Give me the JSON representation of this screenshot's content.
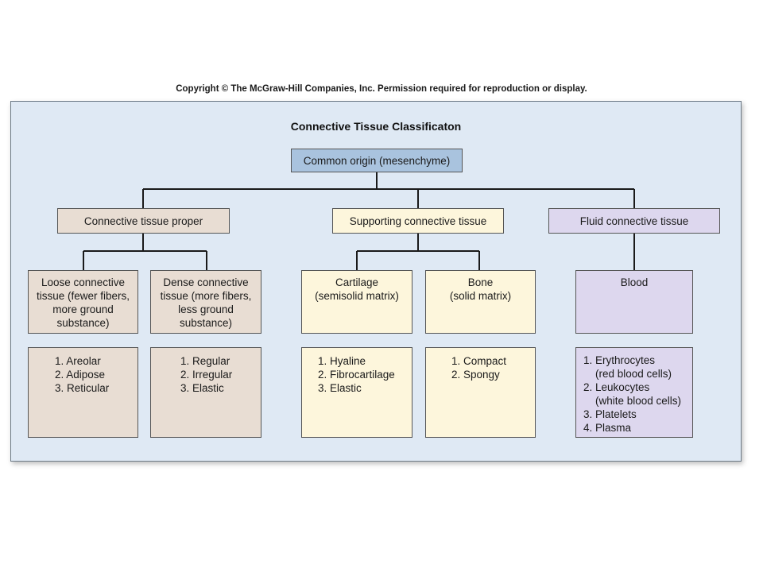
{
  "copyright": "Copyright © The McGraw-Hill Companies, Inc. Permission required for reproduction or display.",
  "title": "Connective Tissue Classificaton",
  "root": "Common origin (mesenchyme)",
  "categories": {
    "proper": "Connective tissue proper",
    "supporting": "Supporting connective tissue",
    "fluid": "Fluid connective tissue"
  },
  "subtypes": {
    "loose": [
      "Loose connective",
      "tissue (fewer fibers,",
      "more ground",
      "substance)"
    ],
    "dense": [
      "Dense connective",
      "tissue (more fibers,",
      "less ground",
      "substance)"
    ],
    "cartilage": [
      "Cartilage",
      "(semisolid matrix)"
    ],
    "bone": [
      "Bone",
      "(solid matrix)"
    ],
    "blood": [
      "Blood"
    ]
  },
  "lists": {
    "loose": [
      "1. Areolar",
      "2. Adipose",
      "3. Reticular"
    ],
    "dense": [
      "1. Regular",
      "2. Irregular",
      "3. Elastic"
    ],
    "cartilage": [
      "1. Hyaline",
      "2. Fibrocartilage",
      "3. Elastic"
    ],
    "bone": [
      "1. Compact",
      "2. Spongy"
    ],
    "blood": [
      "1. Erythrocytes",
      "    (red blood cells)",
      "2. Leukocytes",
      "    (white blood cells)",
      "3. Platelets",
      "4. Plasma"
    ]
  },
  "colors": {
    "panel": "#dfe9f4",
    "root": "#a9c3de",
    "proper": "#e8ddd3",
    "supporting": "#fdf6dc",
    "fluid": "#ddd7ee"
  }
}
